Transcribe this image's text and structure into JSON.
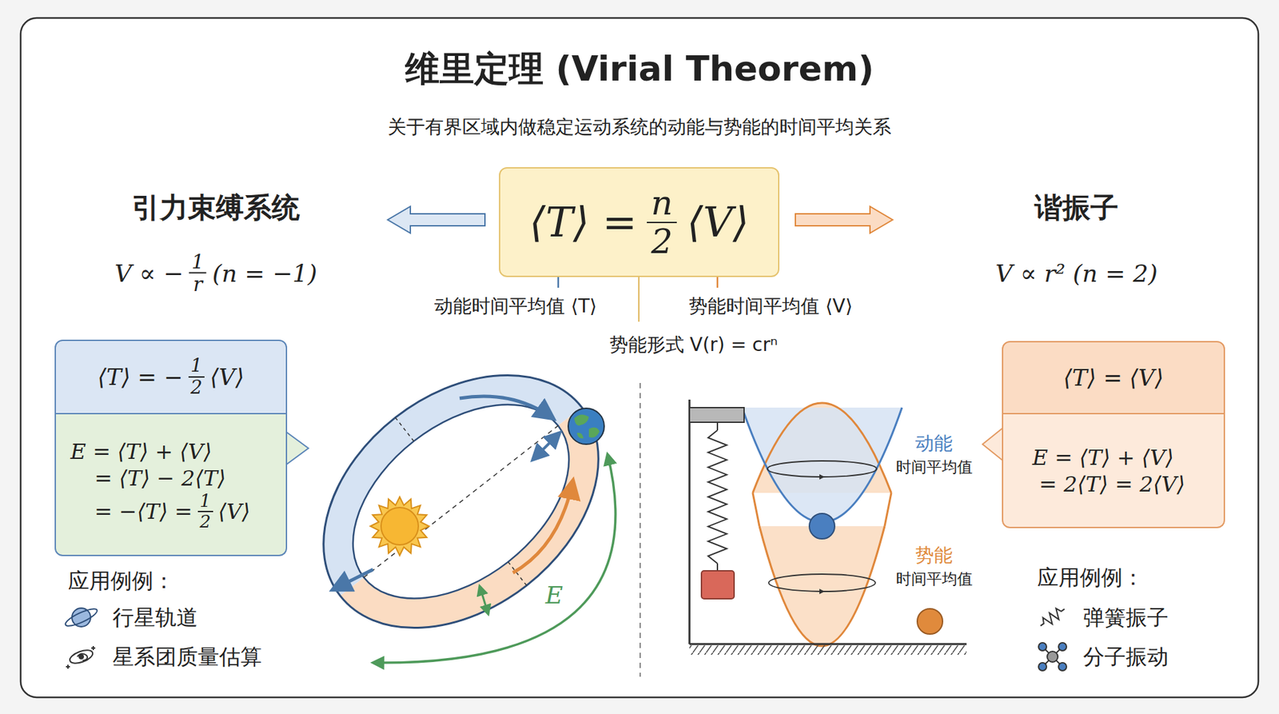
{
  "diagram": {
    "title": "维里定理 (Virial Theorem)",
    "nodes": [
      {
        "text": [
          "⟨T⟩ =",
          "n",
          "2",
          "⟨V⟩"
        ]
      },
      {
        "text": [
          "⟨T⟩ = −",
          "1",
          "2",
          "⟨V⟩"
        ]
      },
      {
        "text": [
          "E = ⟨T⟩ + ⟨V⟩",
          "= ⟨T⟩ − 2⟨T⟩",
          "= −⟨T⟩ =",
          "1",
          "2",
          "⟨V⟩"
        ]
      },
      {
        "text": [
          "⟨T⟩ = ⟨V⟩"
        ]
      },
      {
        "text": [
          "E = ⟨T⟩ + ⟨V⟩",
          "= 2⟨T⟩ = 2⟨V⟩"
        ]
      }
    ],
    "labels": [
      "关于有界区域内做稳定运动系统的动能与势能的时间平均关系",
      "引力束缚系统",
      "V ∝ −",
      "1",
      "r",
      "(n = −1)",
      "谐振子",
      "V ∝ r² (n = 2)",
      "动能时间平均值 ⟨T⟩",
      "势能时间平均值 ⟨V⟩",
      "势能形式 V(r) = crⁿ",
      "E",
      "动能",
      "时间平均值",
      "势能",
      "时间平均值",
      "应用例例：",
      "行星轨道",
      "星系团质量估算",
      "应用例例：",
      "弹簧振子",
      "分子振动"
    ]
  }
}
